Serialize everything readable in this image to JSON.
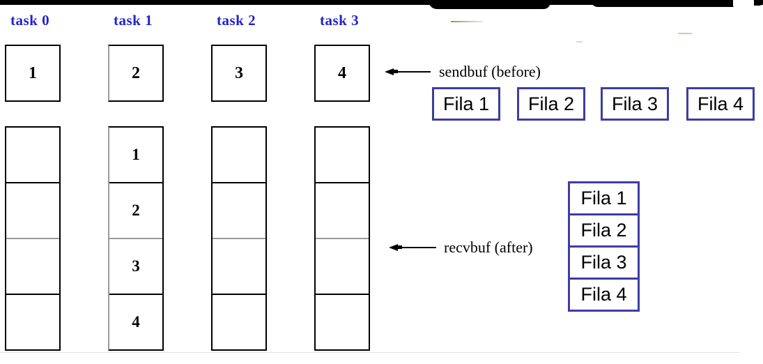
{
  "colors": {
    "task_label": "#2323cd",
    "fila_border": "#3d3da2",
    "box_border": "#000000"
  },
  "tasks": [
    {
      "label": "task 0",
      "send_value": "1",
      "recv_values": [
        "",
        "",
        "",
        ""
      ]
    },
    {
      "label": "task 1",
      "send_value": "2",
      "recv_values": [
        "1",
        "2",
        "3",
        "4"
      ]
    },
    {
      "label": "task 2",
      "send_value": "3",
      "recv_values": [
        "",
        "",
        "",
        ""
      ]
    },
    {
      "label": "task 3",
      "send_value": "4",
      "recv_values": [
        "",
        "",
        "",
        ""
      ]
    }
  ],
  "buffers": {
    "sendbuf_label": "sendbuf (before)",
    "recvbuf_label": "recvbuf (after)"
  },
  "fila_row": {
    "items": [
      "Fila 1",
      "Fila 2",
      "Fila 3",
      "Fila 4"
    ]
  },
  "fila_stack": {
    "items": [
      "Fila 1",
      "Fila 2",
      "Fila 3",
      "Fila 4"
    ]
  }
}
